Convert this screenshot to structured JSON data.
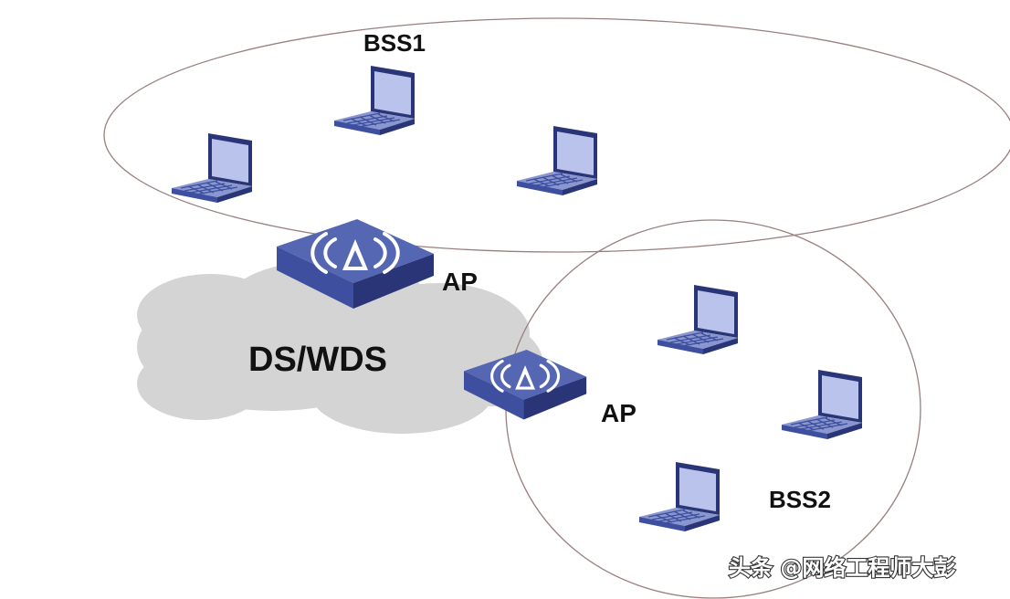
{
  "labels": {
    "bss1": "BSS1",
    "bss2": "BSS2",
    "ap_top": "AP",
    "ap_bottom": "AP",
    "ds": "DS/WDS"
  },
  "watermark": "头条 @网络工程师大彭",
  "colors": {
    "device_blue": "#3d4f9e",
    "device_dark": "#2a3577",
    "device_top": "#5567b3",
    "screen": "#b9c3ec",
    "cloud": "#d4d4d4",
    "ellipse_stroke": "#9a7f7f"
  },
  "icons": {
    "laptop": "laptop-icon",
    "ap": "access-point-icon",
    "cloud": "cloud-shape"
  }
}
